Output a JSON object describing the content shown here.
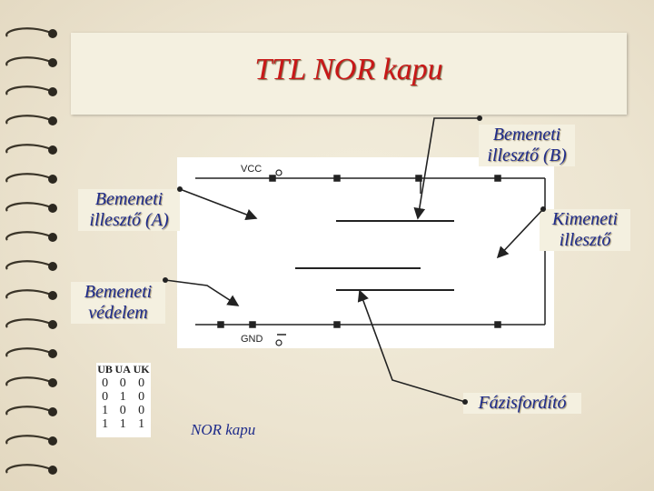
{
  "title": "TTL NOR kapu",
  "labels": {
    "input_b_line1": "Bemeneti",
    "input_b_line2": "illesztő (B)",
    "input_a_line1": "Bemeneti",
    "input_a_line2": "illesztő (A)",
    "output_line1": "Kimeneti",
    "output_line2": "illesztő",
    "protection_line1": "Bemeneti",
    "protection_line2": "védelem",
    "phase": "Fázisfordító",
    "caption": "NOR kapu"
  },
  "schematic": {
    "vcc": "VCC",
    "gnd": "GND"
  },
  "truth_table": {
    "headers": [
      "UB",
      "UA",
      "UK"
    ],
    "rows": [
      [
        "0",
        "0",
        "0"
      ],
      [
        "0",
        "1",
        "0"
      ],
      [
        "1",
        "0",
        "0"
      ],
      [
        "1",
        "1",
        "1"
      ]
    ]
  },
  "colors": {
    "title": "#c81818",
    "labels": "#1e2b8a"
  }
}
